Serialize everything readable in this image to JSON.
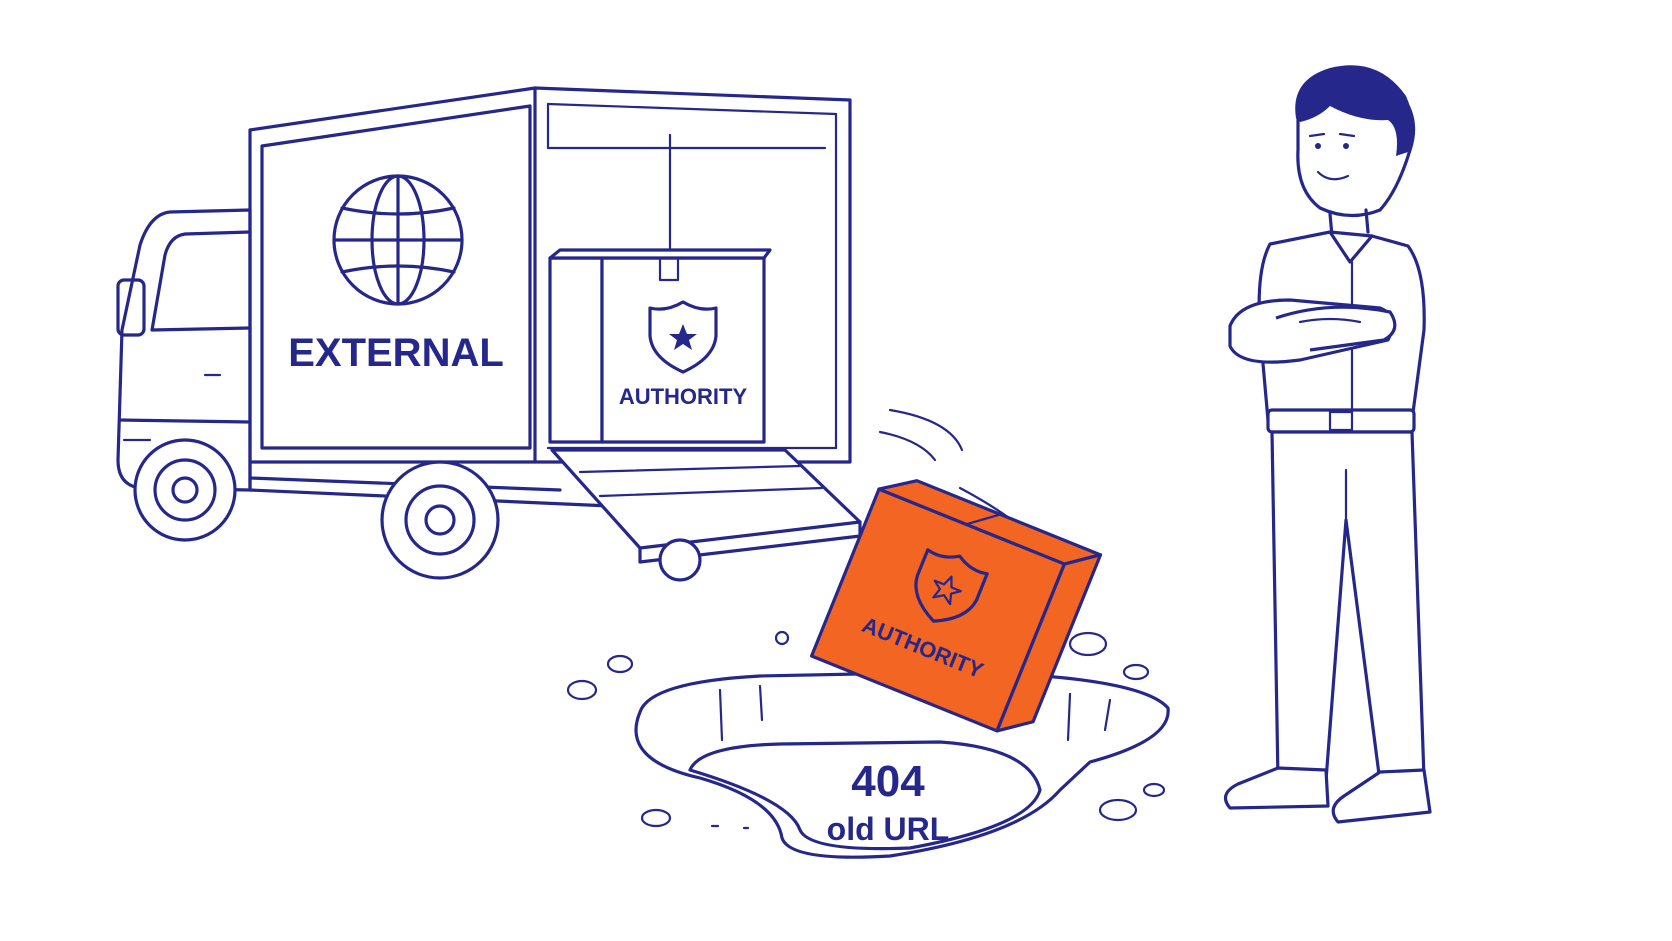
{
  "truck": {
    "side_label": "EXTERNAL",
    "icon": "globe-icon"
  },
  "boxes": {
    "inside_label": "AUTHORITY",
    "falling_label": "AUTHORITY",
    "icon": "shield-star-icon",
    "falling_color": "#f26522"
  },
  "hole": {
    "code": "404",
    "caption": "old URL"
  },
  "colors": {
    "ink": "#25288a",
    "accent": "#f26522",
    "background": "#ffffff"
  }
}
